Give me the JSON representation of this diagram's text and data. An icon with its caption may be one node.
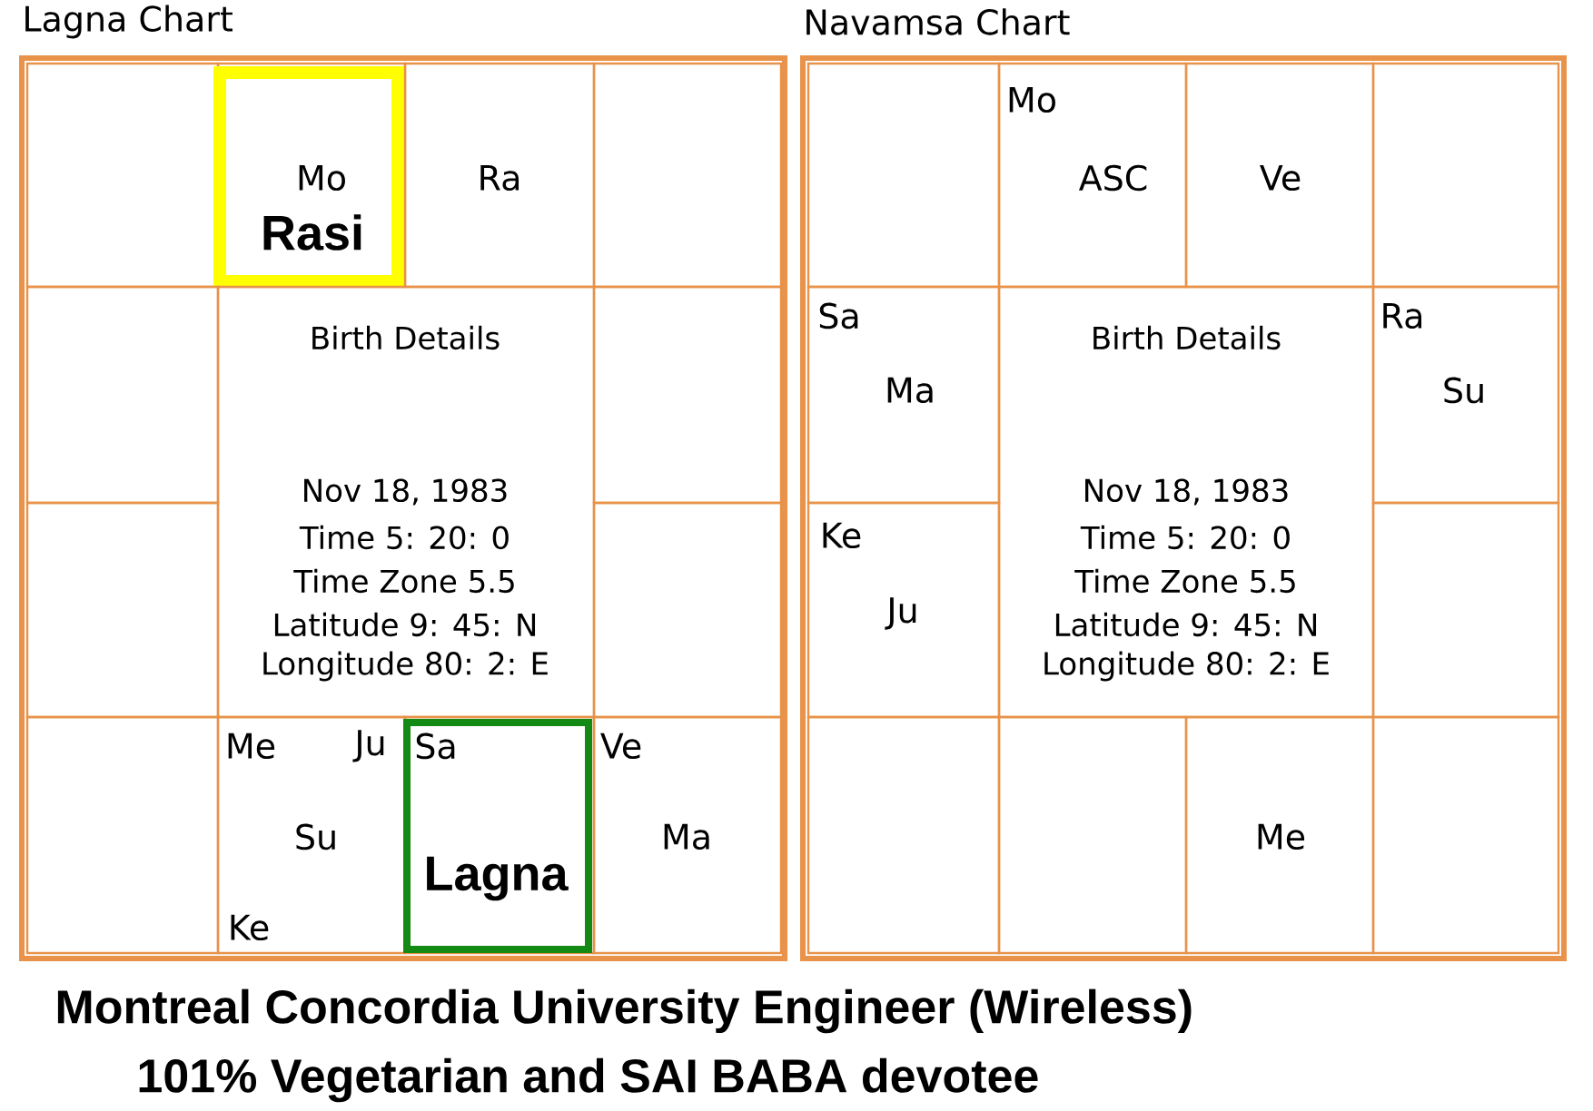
{
  "diagram": {
    "nodes": [
      {
        "text": [
          "Lagna Chart"
        ]
      },
      {
        "text": [],
        "shape": "box",
        "in": 0
      },
      {
        "text": [
          "Mo",
          "Rasi"
        ],
        "in": 0
      },
      {
        "text": [
          "Ra"
        ],
        "in": 0
      },
      {
        "text": [],
        "shape": "box",
        "in": 0
      },
      {
        "text": [],
        "shape": "box",
        "in": 0
      },
      {
        "text": [
          "Birth Details",
          "Nov 18, 1983",
          "Time 5: 20: 0",
          "Time Zone 5.5",
          "Latitude 9: 45: N",
          "Longitude 80: 2: E"
        ],
        "in": 0
      },
      {
        "text": [],
        "shape": "box",
        "in": 0
      },
      {
        "text": [],
        "shape": "box",
        "in": 0
      },
      {
        "text": [],
        "shape": "box",
        "in": 0
      },
      {
        "text": [],
        "shape": "box",
        "in": 0
      },
      {
        "text": [
          "Me",
          "Ju",
          "Su",
          "Ke"
        ],
        "in": 0
      },
      {
        "text": [
          "Sa",
          "Lagna"
        ],
        "in": 0
      },
      {
        "text": [
          "Ve",
          "Ma"
        ],
        "in": 0
      },
      {
        "text": [
          "Navamsa Chart"
        ]
      },
      {
        "text": [],
        "shape": "box",
        "in": 14
      },
      {
        "text": [
          "Mo",
          "ASC"
        ],
        "in": 14
      },
      {
        "text": [
          "Ve"
        ],
        "in": 14
      },
      {
        "text": [],
        "shape": "box",
        "in": 14
      },
      {
        "text": [
          "Sa",
          "Ma"
        ],
        "in": 14
      },
      {
        "text": [
          "Birth Details",
          "Nov 18, 1983",
          "Time 5: 20: 0",
          "Time Zone 5.5",
          "Latitude 9: 45: N",
          "Longitude 80: 2: E"
        ],
        "in": 14
      },
      {
        "text": [
          "Ra",
          "Su"
        ],
        "in": 14
      },
      {
        "text": [
          "Ke",
          "Ju"
        ],
        "in": 14
      },
      {
        "text": [],
        "shape": "box",
        "in": 14
      },
      {
        "text": [],
        "shape": "box",
        "in": 14
      },
      {
        "text": [],
        "shape": "box",
        "in": 14
      },
      {
        "text": [
          "Me"
        ],
        "in": 14
      },
      {
        "text": [],
        "shape": "box",
        "in": 14
      }
    ],
    "labels": [
      "Montreal Concordia University Engineer (Wireless)",
      "101% Vegetarian and SAI BABA devotee"
    ]
  }
}
